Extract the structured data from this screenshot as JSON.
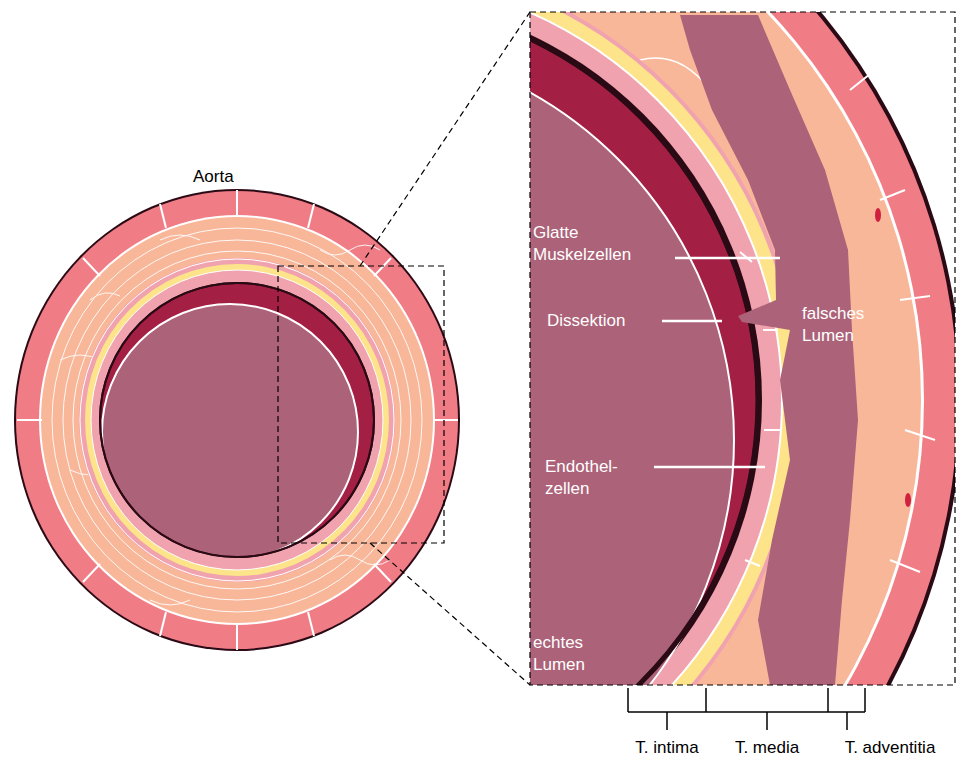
{
  "diagram": {
    "labels": [
      "Aorta",
      "Glatte Muskelzellen",
      "Dissektion",
      "falsches Lumen",
      "Endothel- zellen",
      "echtes Lumen",
      "T. intima",
      "T. media",
      "T. adventitia"
    ]
  }
}
